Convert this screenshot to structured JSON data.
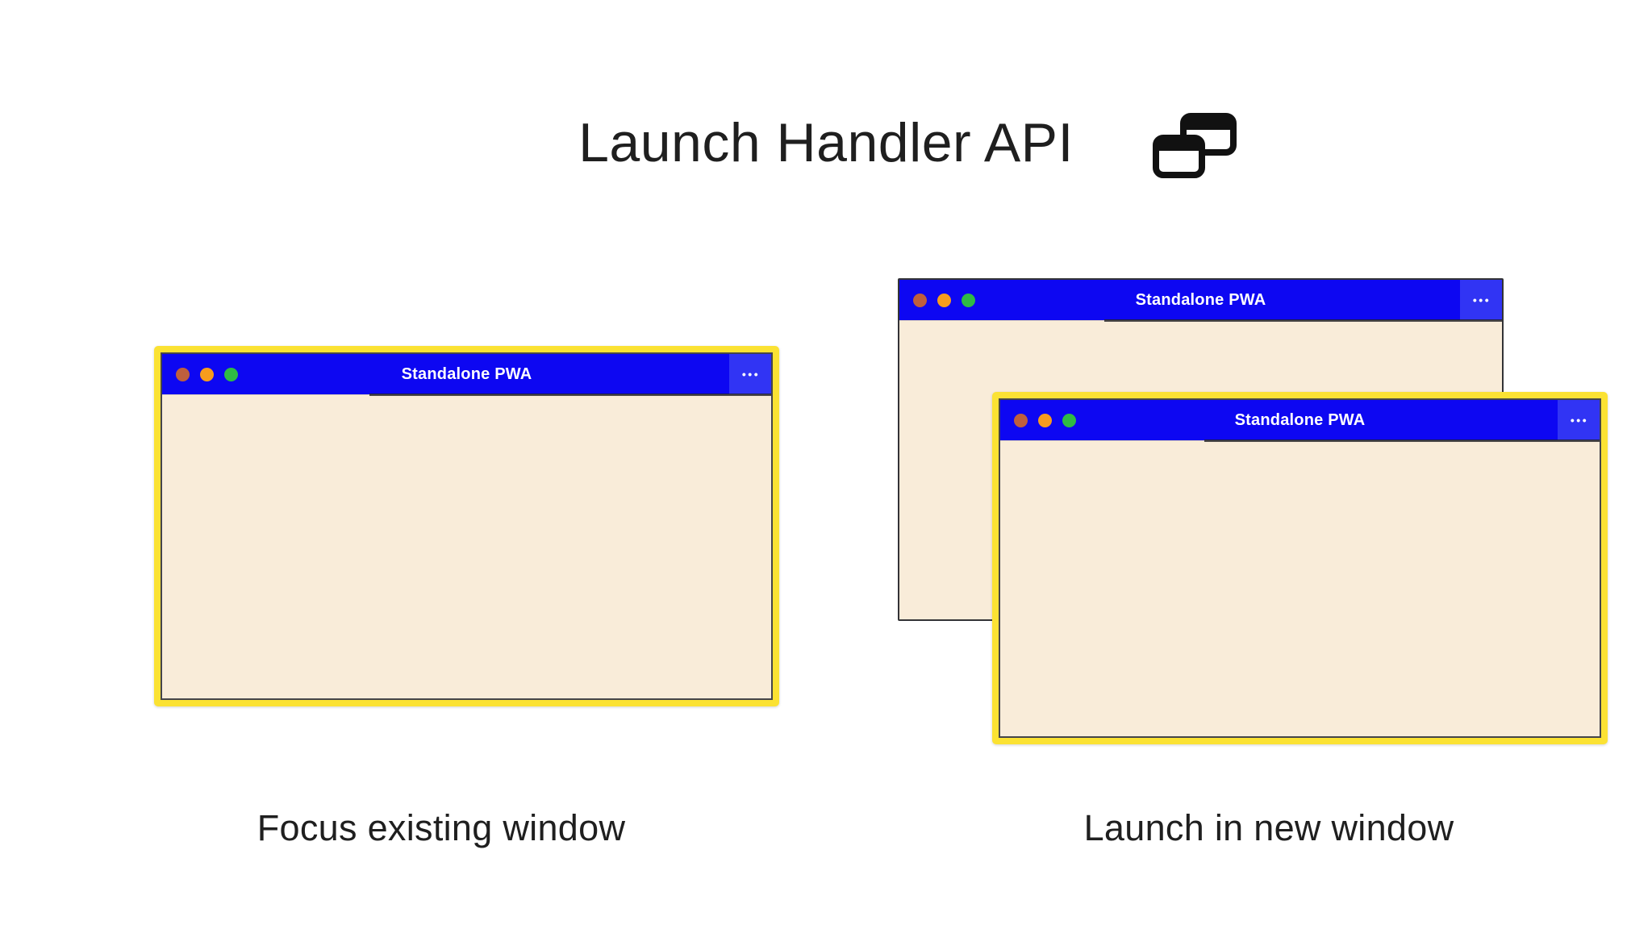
{
  "header": {
    "title": "Launch Handler API",
    "icon": "overlapping-windows-icon"
  },
  "window_chrome": {
    "title": "Standalone PWA",
    "menu_glyph": "•••",
    "traffic_lights": [
      "close",
      "minimize",
      "maximize"
    ]
  },
  "scenarios": {
    "focus_existing": {
      "caption": "Focus existing window",
      "window_title": "Standalone PWA",
      "focused": true
    },
    "launch_new": {
      "caption": "Launch in new window",
      "back_window_title": "Standalone PWA",
      "front_window_title": "Standalone PWA",
      "front_focused": true
    }
  },
  "colors": {
    "titlebar_blue": "#0d07f2",
    "menu_blue": "#3134f4",
    "body_cream": "#f9ecd9",
    "focus_yellow": "#fbe233",
    "frame_border": "#45454a",
    "back_border": "#333336",
    "traffic_red": "#bf5f3d",
    "traffic_orange": "#f79c1d",
    "traffic_green": "#2fbb44",
    "text_black": "#1f1f1f"
  }
}
